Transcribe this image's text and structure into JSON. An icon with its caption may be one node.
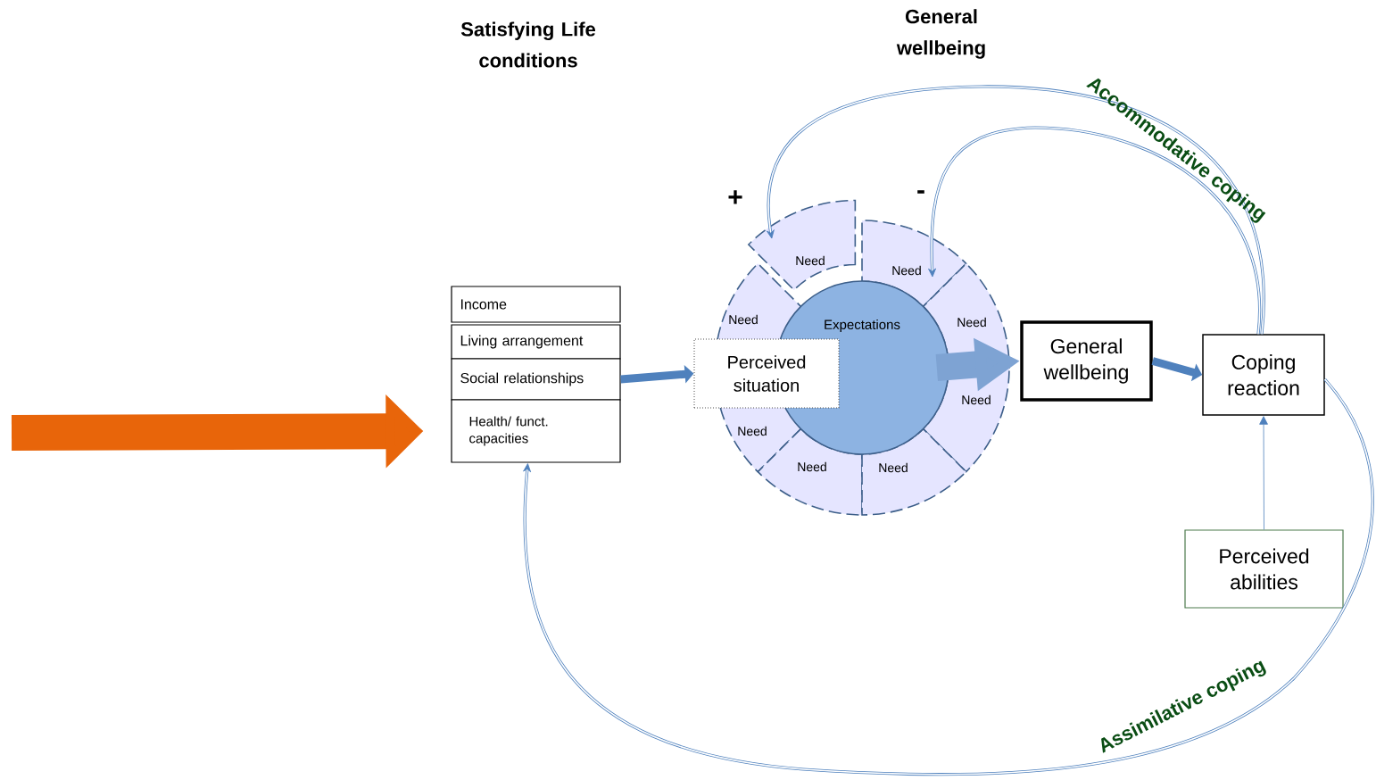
{
  "diagram": {
    "nodes": [
      {
        "text": [
          "Income"
        ]
      },
      {
        "text": [
          "Living arrangement"
        ]
      },
      {
        "text": [
          "Social relationships"
        ]
      },
      {
        "text": [
          "Health/ funct. capacities"
        ]
      },
      {
        "text": [
          "Perceived situation"
        ]
      },
      {
        "text": [
          "Expectations"
        ]
      },
      {
        "text": [
          "Need"
        ]
      },
      {
        "text": [
          "Need"
        ]
      },
      {
        "text": [
          "Need"
        ]
      },
      {
        "text": [
          "Need"
        ]
      },
      {
        "text": [
          "Need"
        ]
      },
      {
        "text": [
          "Need"
        ]
      },
      {
        "text": [
          "Need"
        ]
      },
      {
        "text": [
          "Need"
        ]
      },
      {
        "text": [
          "General wellbeing"
        ]
      },
      {
        "text": [
          "Coping reaction"
        ]
      },
      {
        "text": [
          "Perceived abilities"
        ]
      }
    ],
    "edges": [
      {
        "from": null,
        "to": 3,
        "arrow": "to",
        "style": "thick",
        "color": "#e8650a"
      },
      {
        "from": 2,
        "to": 4,
        "arrow": "to",
        "style": "thick"
      },
      {
        "from": 5,
        "to": 14,
        "arrow": "to",
        "style": "thick",
        "color": "#7ea3d3"
      },
      {
        "from": 14,
        "to": 15,
        "arrow": "to",
        "style": "thick"
      },
      {
        "from": 16,
        "to": 15,
        "arrow": "to"
      },
      {
        "from": 15,
        "to": 6,
        "arrow": "to",
        "label": "Accommodative coping"
      },
      {
        "from": 15,
        "to": 7,
        "arrow": "to"
      },
      {
        "from": 15,
        "to": 3,
        "arrow": "to",
        "label": "Assimilative coping"
      }
    ],
    "labels": [
      "Satisfying Life conditions",
      "General wellbeing",
      "+",
      "-"
    ]
  }
}
